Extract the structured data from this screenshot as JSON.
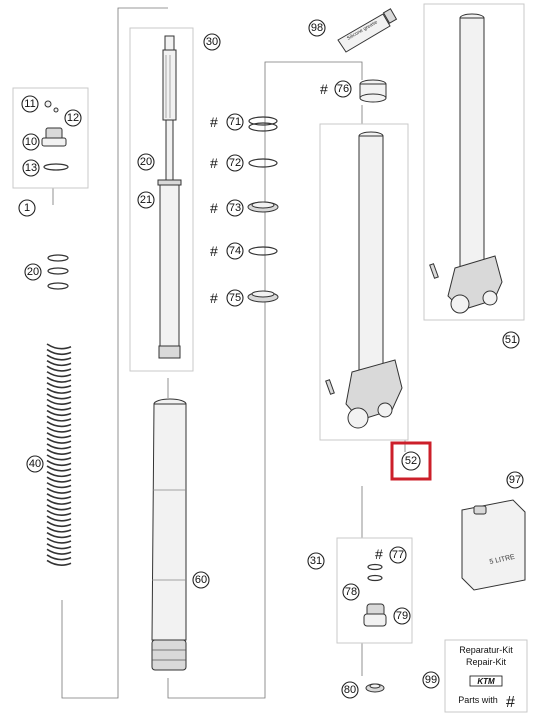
{
  "callouts": {
    "c1": "1",
    "c10": "10",
    "c11": "11",
    "c12": "12",
    "c13": "13",
    "c20a": "20",
    "c20b": "20",
    "c21": "21",
    "c30": "30",
    "c31": "31",
    "c40": "40",
    "c51": "51",
    "c52": "52",
    "c60": "60",
    "c71": "71",
    "c72": "72",
    "c73": "73",
    "c74": "74",
    "c75": "75",
    "c76": "76",
    "c77": "77",
    "c78": "78",
    "c79": "79",
    "c80": "80",
    "c97": "97",
    "c98": "98",
    "c99": "99"
  },
  "hash_mark": "#",
  "oil_can_label": "5 LITRE",
  "grease_tube_label": "Silicone grease",
  "repair_kit": {
    "line1": "Reparatur-Kit",
    "line2": "Repair-Kit",
    "brand": "KTM",
    "footer": "Parts with",
    "footer_mark": "#"
  },
  "colors": {
    "highlight": "#cc1f2a"
  }
}
